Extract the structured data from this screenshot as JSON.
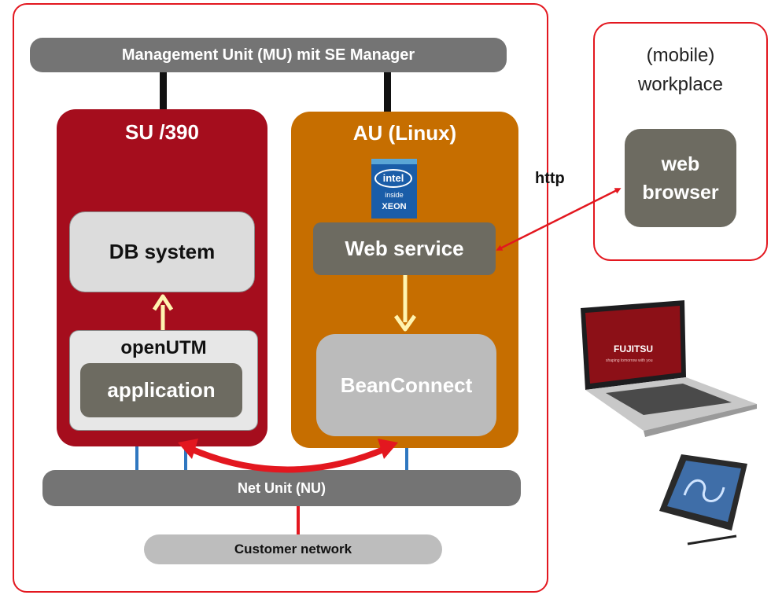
{
  "management_unit": {
    "label": "Management Unit (MU) mit SE Manager"
  },
  "su": {
    "title": "SU /390",
    "db_system": "DB system",
    "openutm": "openUTM",
    "application": "application"
  },
  "au": {
    "title": "AU (Linux)",
    "web_service": "Web service",
    "beanconnect": "BeanConnect"
  },
  "intel_badge": {
    "brand": "intel",
    "inside": "inside",
    "product": "XEON"
  },
  "net_unit": {
    "label": "Net Unit (NU)"
  },
  "customer_network": {
    "label": "Customer network"
  },
  "mobile_workplace": {
    "line1": "(mobile)",
    "line2": "workplace",
    "browser_line1": "web",
    "browser_line2": "browser"
  },
  "connection": {
    "protocol": "http"
  },
  "laptop": {
    "brand": "FUJITSU",
    "screen_text": "shaping tomorrow with you"
  },
  "colors": {
    "frame_red": "#e3171f",
    "su_red": "#a50d1d",
    "au_orange": "#c66e00",
    "bar_gray": "#747474",
    "box_dark": "#6d6b61",
    "arrow_yellow": "#fff4b0",
    "line_blue": "#2f77c0"
  }
}
